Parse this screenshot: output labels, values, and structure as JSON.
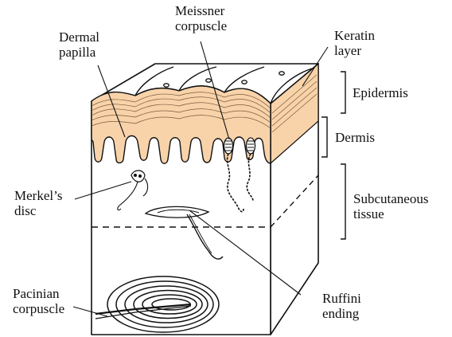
{
  "labels": {
    "dermal_papilla": [
      "Dermal",
      "papilla"
    ],
    "meissner_corpuscle": [
      "Meissner",
      "corpuscle"
    ],
    "keratin_layer": [
      "Keratin",
      "layer"
    ],
    "epidermis": "Epidermis",
    "dermis": "Dermis",
    "subcutaneous_tissue": [
      "Subcutaneous",
      "tissue"
    ],
    "merkels_disc": [
      "Merkel’s",
      "disc"
    ],
    "pacinian_corpuscle": [
      "Pacinian",
      "corpuscle"
    ],
    "ruffini_ending": [
      "Ruffini",
      "ending"
    ]
  },
  "colors": {
    "dermis_fill": "#f8d3aa",
    "outline": "#111111",
    "background": "#ffffff"
  }
}
